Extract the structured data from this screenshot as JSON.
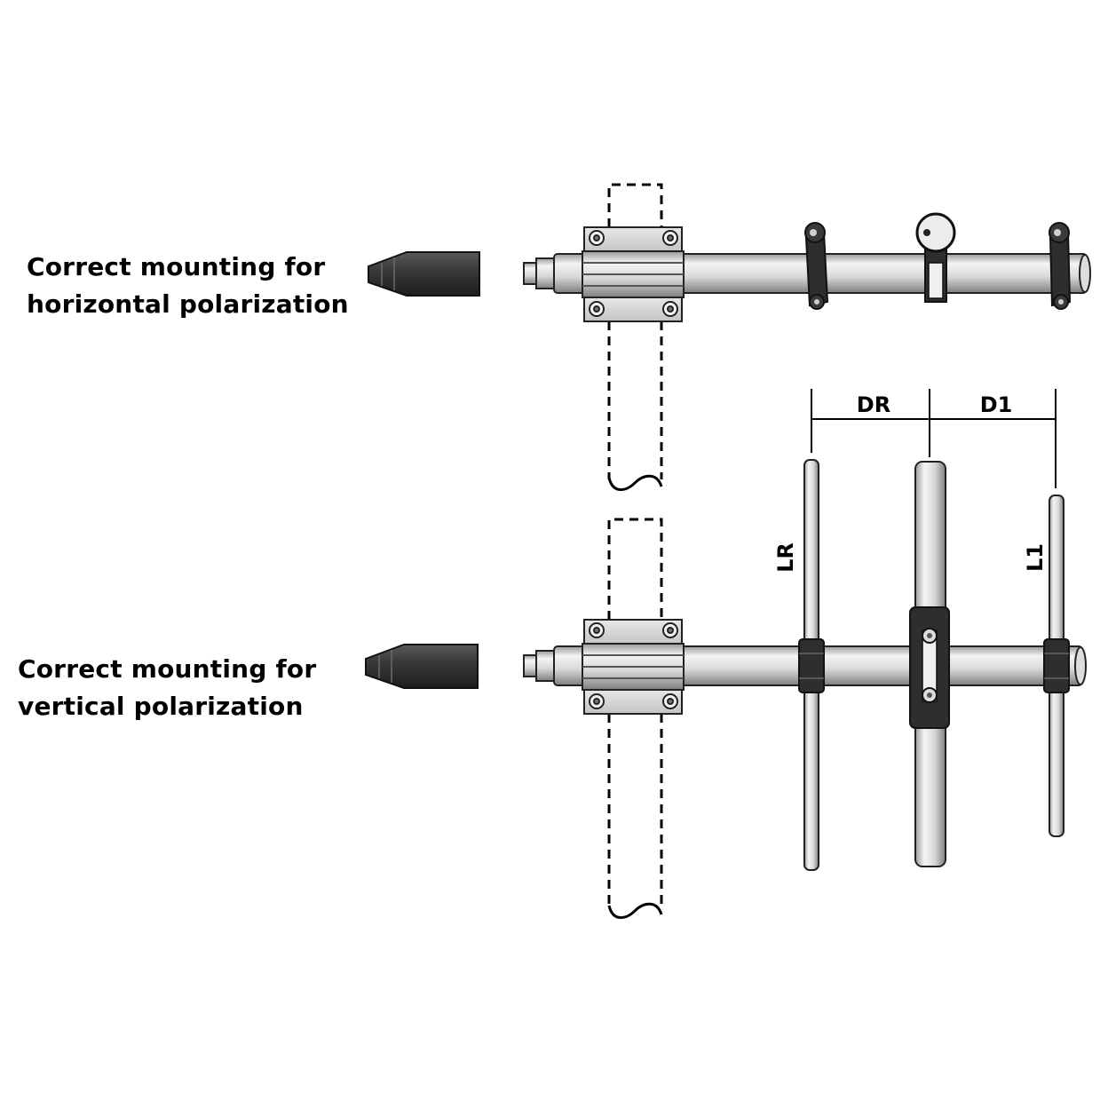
{
  "captions": {
    "horizontal": {
      "line1": "Correct mounting for",
      "line2": "horizontal polarization"
    },
    "vertical": {
      "line1": "Correct mounting for",
      "line2": "vertical polarization"
    }
  },
  "dimensions": {
    "dr": "DR",
    "d1": "D1",
    "lr": "LR",
    "l1": "L1"
  },
  "colors": {
    "tube_light": "#f2f2f2",
    "tube_mid": "#cfcfcf",
    "tube_dark": "#8c8c8c",
    "cap": "#3b3b3b",
    "clamp": "#2e2e2e",
    "outline": "#222222"
  }
}
